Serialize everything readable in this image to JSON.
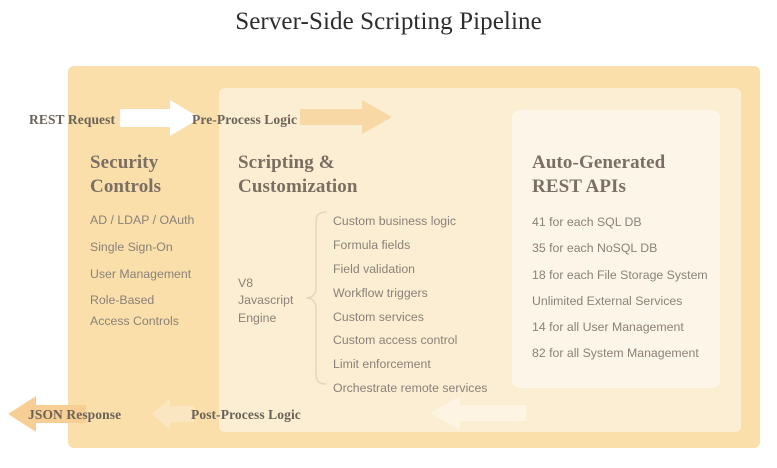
{
  "title": "Server-Side Scripting Pipeline",
  "colors": {
    "panel_outer": "#fadfab",
    "panel_middle": "#fceed3",
    "panel_inner": "#fdf6e8",
    "heading_text": "#7a6f62",
    "body_text": "#8a8178",
    "flow_label_text": "#6b6258",
    "title_text": "#2d2d2d",
    "arrow_white": "#ffffff",
    "arrow_orange": "#f7d49a",
    "arrow_light": "#fbe9c8",
    "brace": "#e8dcc0",
    "background": "#ffffff"
  },
  "flow": {
    "rest_request": "REST Request",
    "pre_process": "Pre-Process Logic",
    "json_response": "JSON Response",
    "post_process": "Post-Process Logic"
  },
  "columns": {
    "security": {
      "heading": "Security\nControls",
      "items": [
        "AD / LDAP / OAuth",
        "Single Sign-On",
        "User Management",
        "Role-Based",
        "Access Controls"
      ]
    },
    "scripting": {
      "heading": "Scripting &\nCustomization",
      "engine_label": "V8\nJavascript\nEngine",
      "items": [
        "Custom business logic",
        "Formula fields",
        "Field validation",
        "Workflow triggers",
        "Custom services",
        "Custom access control",
        "Limit enforcement",
        "Orchestrate remote services"
      ]
    },
    "apis": {
      "heading": "Auto-Generated\nREST APIs",
      "items": [
        "41 for each SQL DB",
        "35 for each NoSQL DB",
        "18 for each File Storage System",
        "Unlimited External Services",
        "14 for all User Management",
        "82 for all System Management"
      ]
    }
  }
}
